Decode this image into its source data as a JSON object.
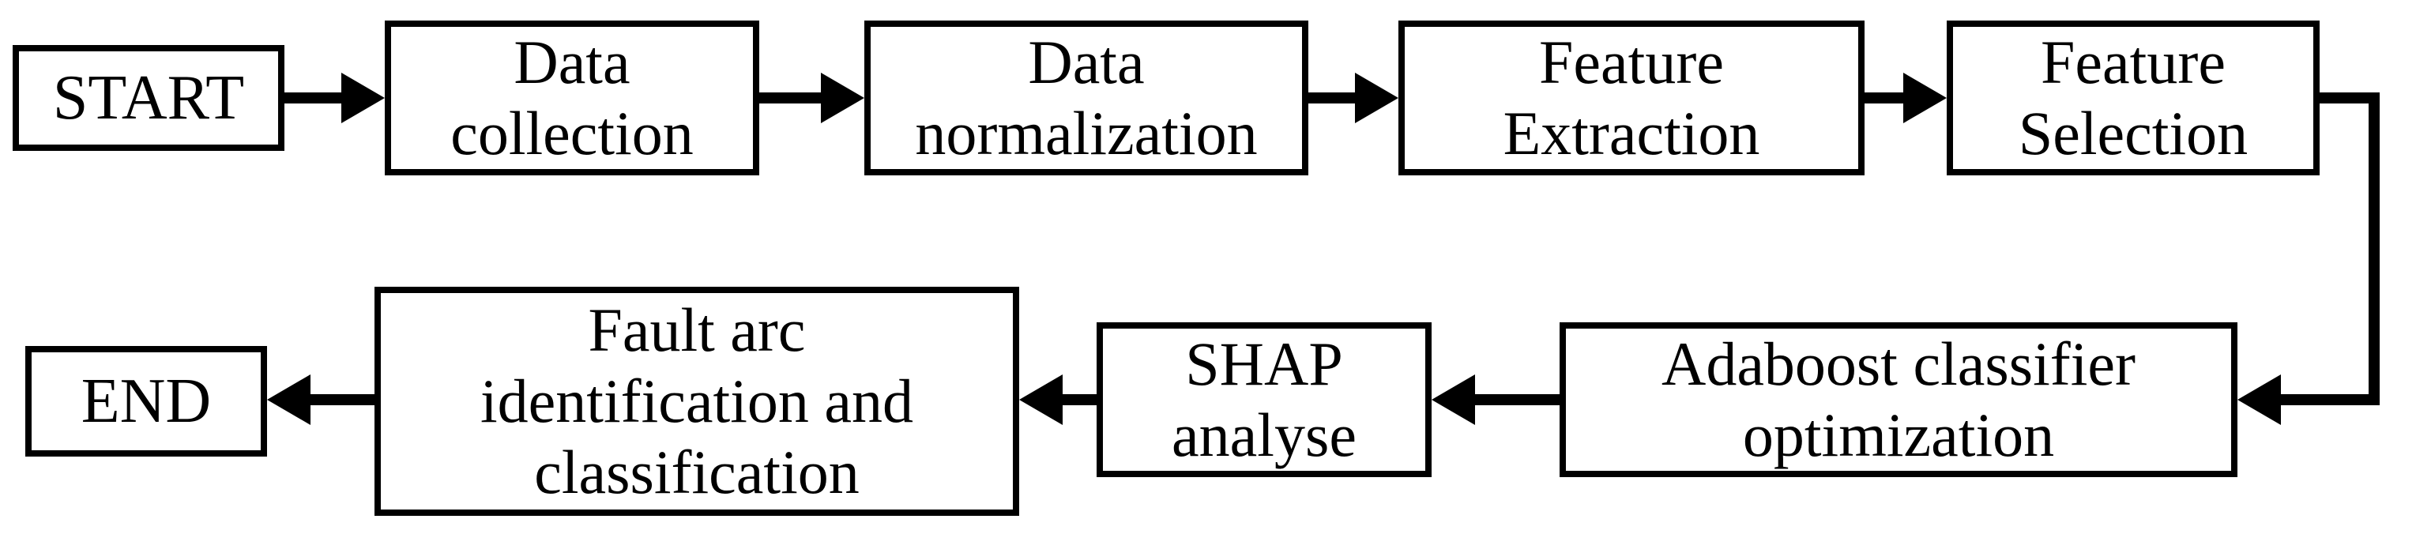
{
  "diagram": {
    "type": "flowchart",
    "colors": {
      "background": "#ffffff",
      "box_border": "#000000",
      "text": "#000000",
      "arrow": "#000000"
    },
    "nodes": [
      {
        "id": "start",
        "kind": "terminal",
        "label": "START"
      },
      {
        "id": "data-collection",
        "kind": "process",
        "label": "Data\ncollection"
      },
      {
        "id": "data-normalization",
        "kind": "process",
        "label": "Data\nnormalization"
      },
      {
        "id": "feature-extraction",
        "kind": "process",
        "label": "Feature\nExtraction"
      },
      {
        "id": "feature-selection",
        "kind": "process",
        "label": "Feature\nSelection"
      },
      {
        "id": "adaboost-optimization",
        "kind": "process",
        "label": "Adaboost classifier\noptimization"
      },
      {
        "id": "shap-analyse",
        "kind": "process",
        "label": "SHAP\nanalyse"
      },
      {
        "id": "fault-arc-identification",
        "kind": "process",
        "label": "Fault arc\nidentification and\nclassification"
      },
      {
        "id": "end",
        "kind": "terminal",
        "label": "END"
      }
    ],
    "edges": [
      {
        "from": "start",
        "to": "data-collection"
      },
      {
        "from": "data-collection",
        "to": "data-normalization"
      },
      {
        "from": "data-normalization",
        "to": "feature-extraction"
      },
      {
        "from": "feature-extraction",
        "to": "feature-selection"
      },
      {
        "from": "feature-selection",
        "to": "adaboost-optimization"
      },
      {
        "from": "adaboost-optimization",
        "to": "shap-analyse"
      },
      {
        "from": "shap-analyse",
        "to": "fault-arc-identification"
      },
      {
        "from": "fault-arc-identification",
        "to": "end"
      }
    ]
  }
}
